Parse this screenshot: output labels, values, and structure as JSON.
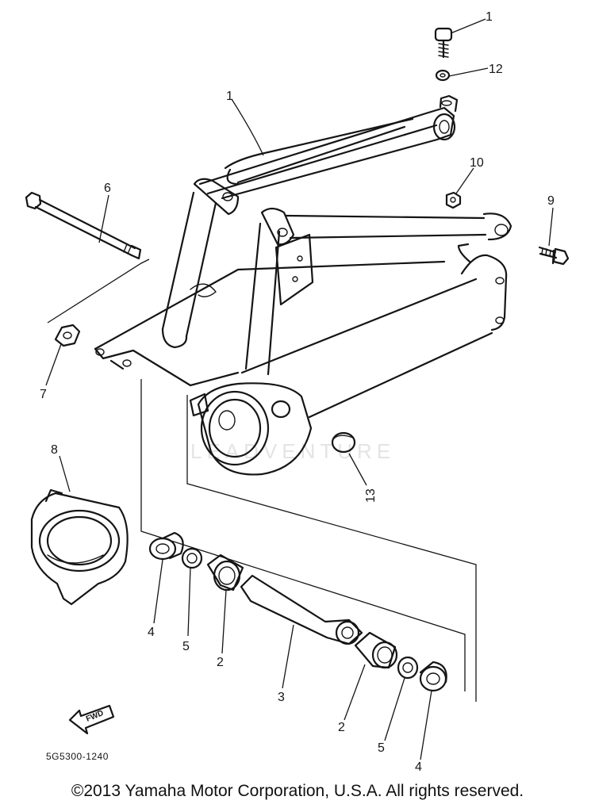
{
  "watermark": "LEADVENTURE",
  "drawing_number": "5G5300-1240",
  "fwd_label": "FWD",
  "copyright": "©2013 Yamaha Motor Corporation, U.S.A. All rights reserved.",
  "callouts": {
    "c1_top": "1",
    "c12": "12",
    "c1_frame": "1",
    "c10": "10",
    "c9": "9",
    "c6": "6",
    "c7": "7",
    "c8": "8",
    "c13": "13",
    "c4_left": "4",
    "c5_left": "5",
    "c2_left": "2",
    "c3": "3",
    "c2_right": "2",
    "c5_right": "5",
    "c4_right": "4"
  }
}
